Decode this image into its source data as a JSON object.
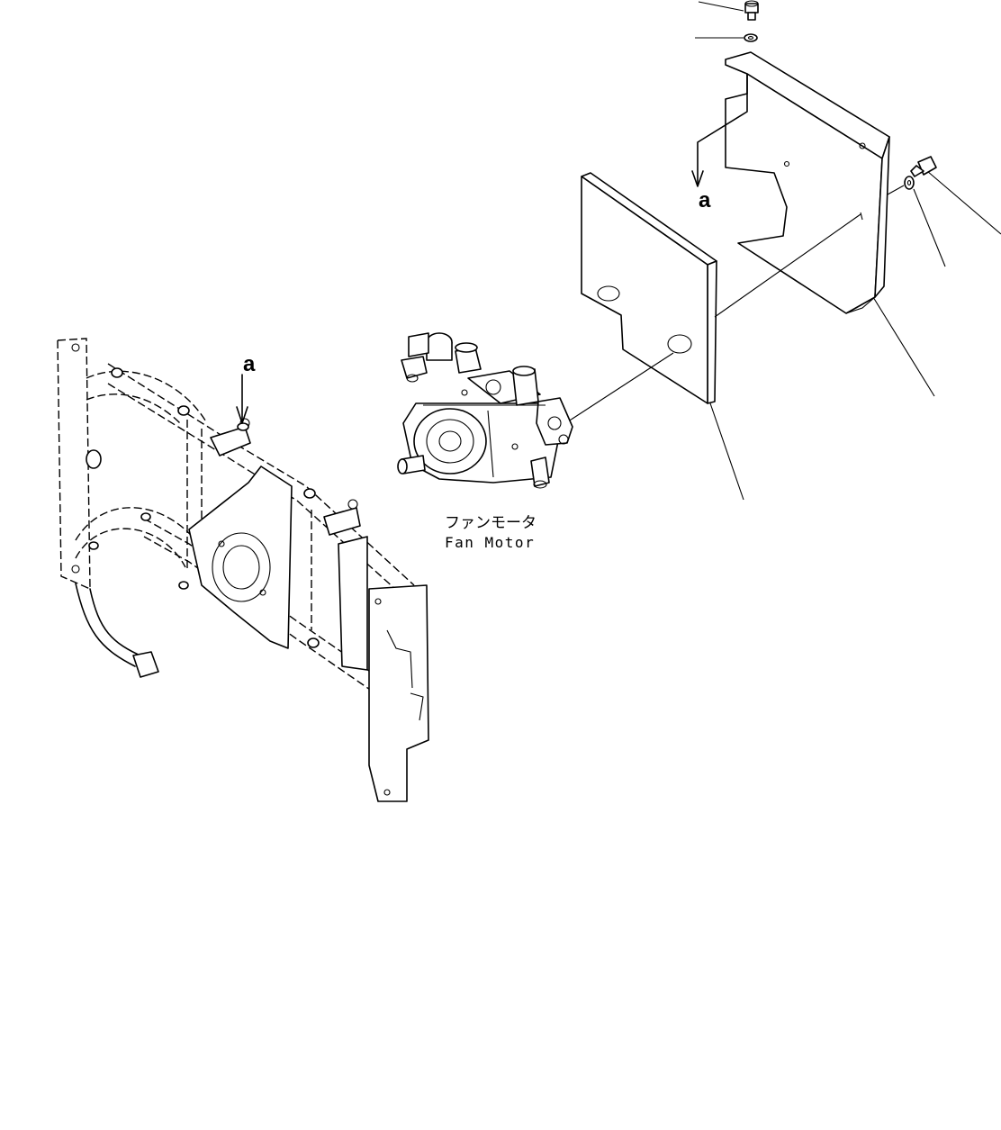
{
  "labels": {
    "view_marker_top": "a",
    "view_marker_frame": "a",
    "part_name_jp": "ファンモータ",
    "part_name_en": "Fan Motor"
  },
  "icons": [
    "bolt-icon",
    "washer-icon",
    "view-arrow-icon"
  ]
}
